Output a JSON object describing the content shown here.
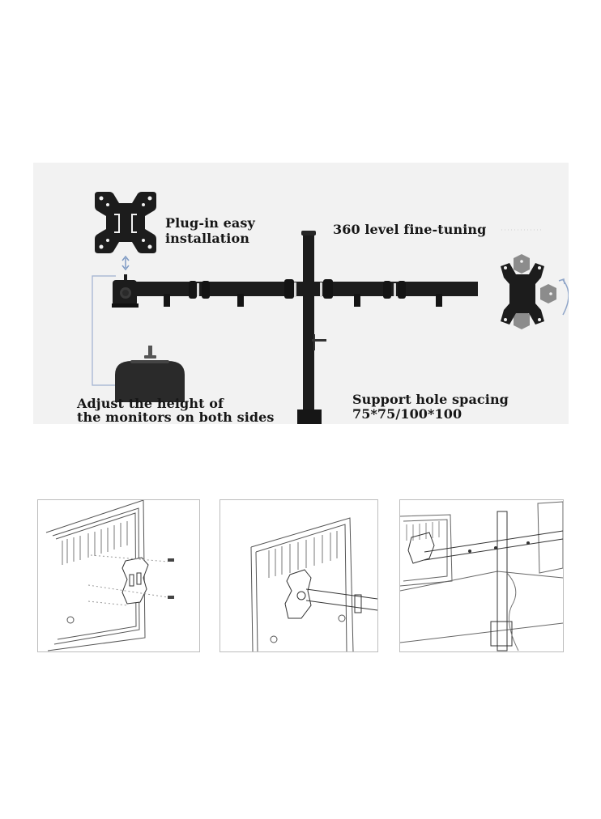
{
  "hero": {
    "background": "#f2f2f2",
    "captions": {
      "plug_in": [
        "Plug-in easy",
        "installation"
      ],
      "fine_tuning": "360 level fine-tuning",
      "height": [
        "Adjust the height of",
        "the monitors on both sides"
      ],
      "hole_spacing": [
        "Support hole spacing",
        "75*75/100*100"
      ]
    },
    "icons": [
      "vesa-plate-icon",
      "double-arrow-icon",
      "rotate-arrow-icon",
      "gas-spring-knob-icon"
    ]
  },
  "steps": [
    {
      "name": "attach-vesa-plate",
      "description": "VESA plate screwed onto monitor back"
    },
    {
      "name": "hang-monitor-on-arm",
      "description": "Monitor mounted onto arm bracket"
    },
    {
      "name": "dual-monitors-mounted",
      "description": "Dual arm with pole clamped to desk"
    }
  ],
  "colors": {
    "arm": "#1c1c1c",
    "accent_line": "#8fa5c8",
    "panel_border": "#bdbdbd",
    "text": "#161616"
  }
}
